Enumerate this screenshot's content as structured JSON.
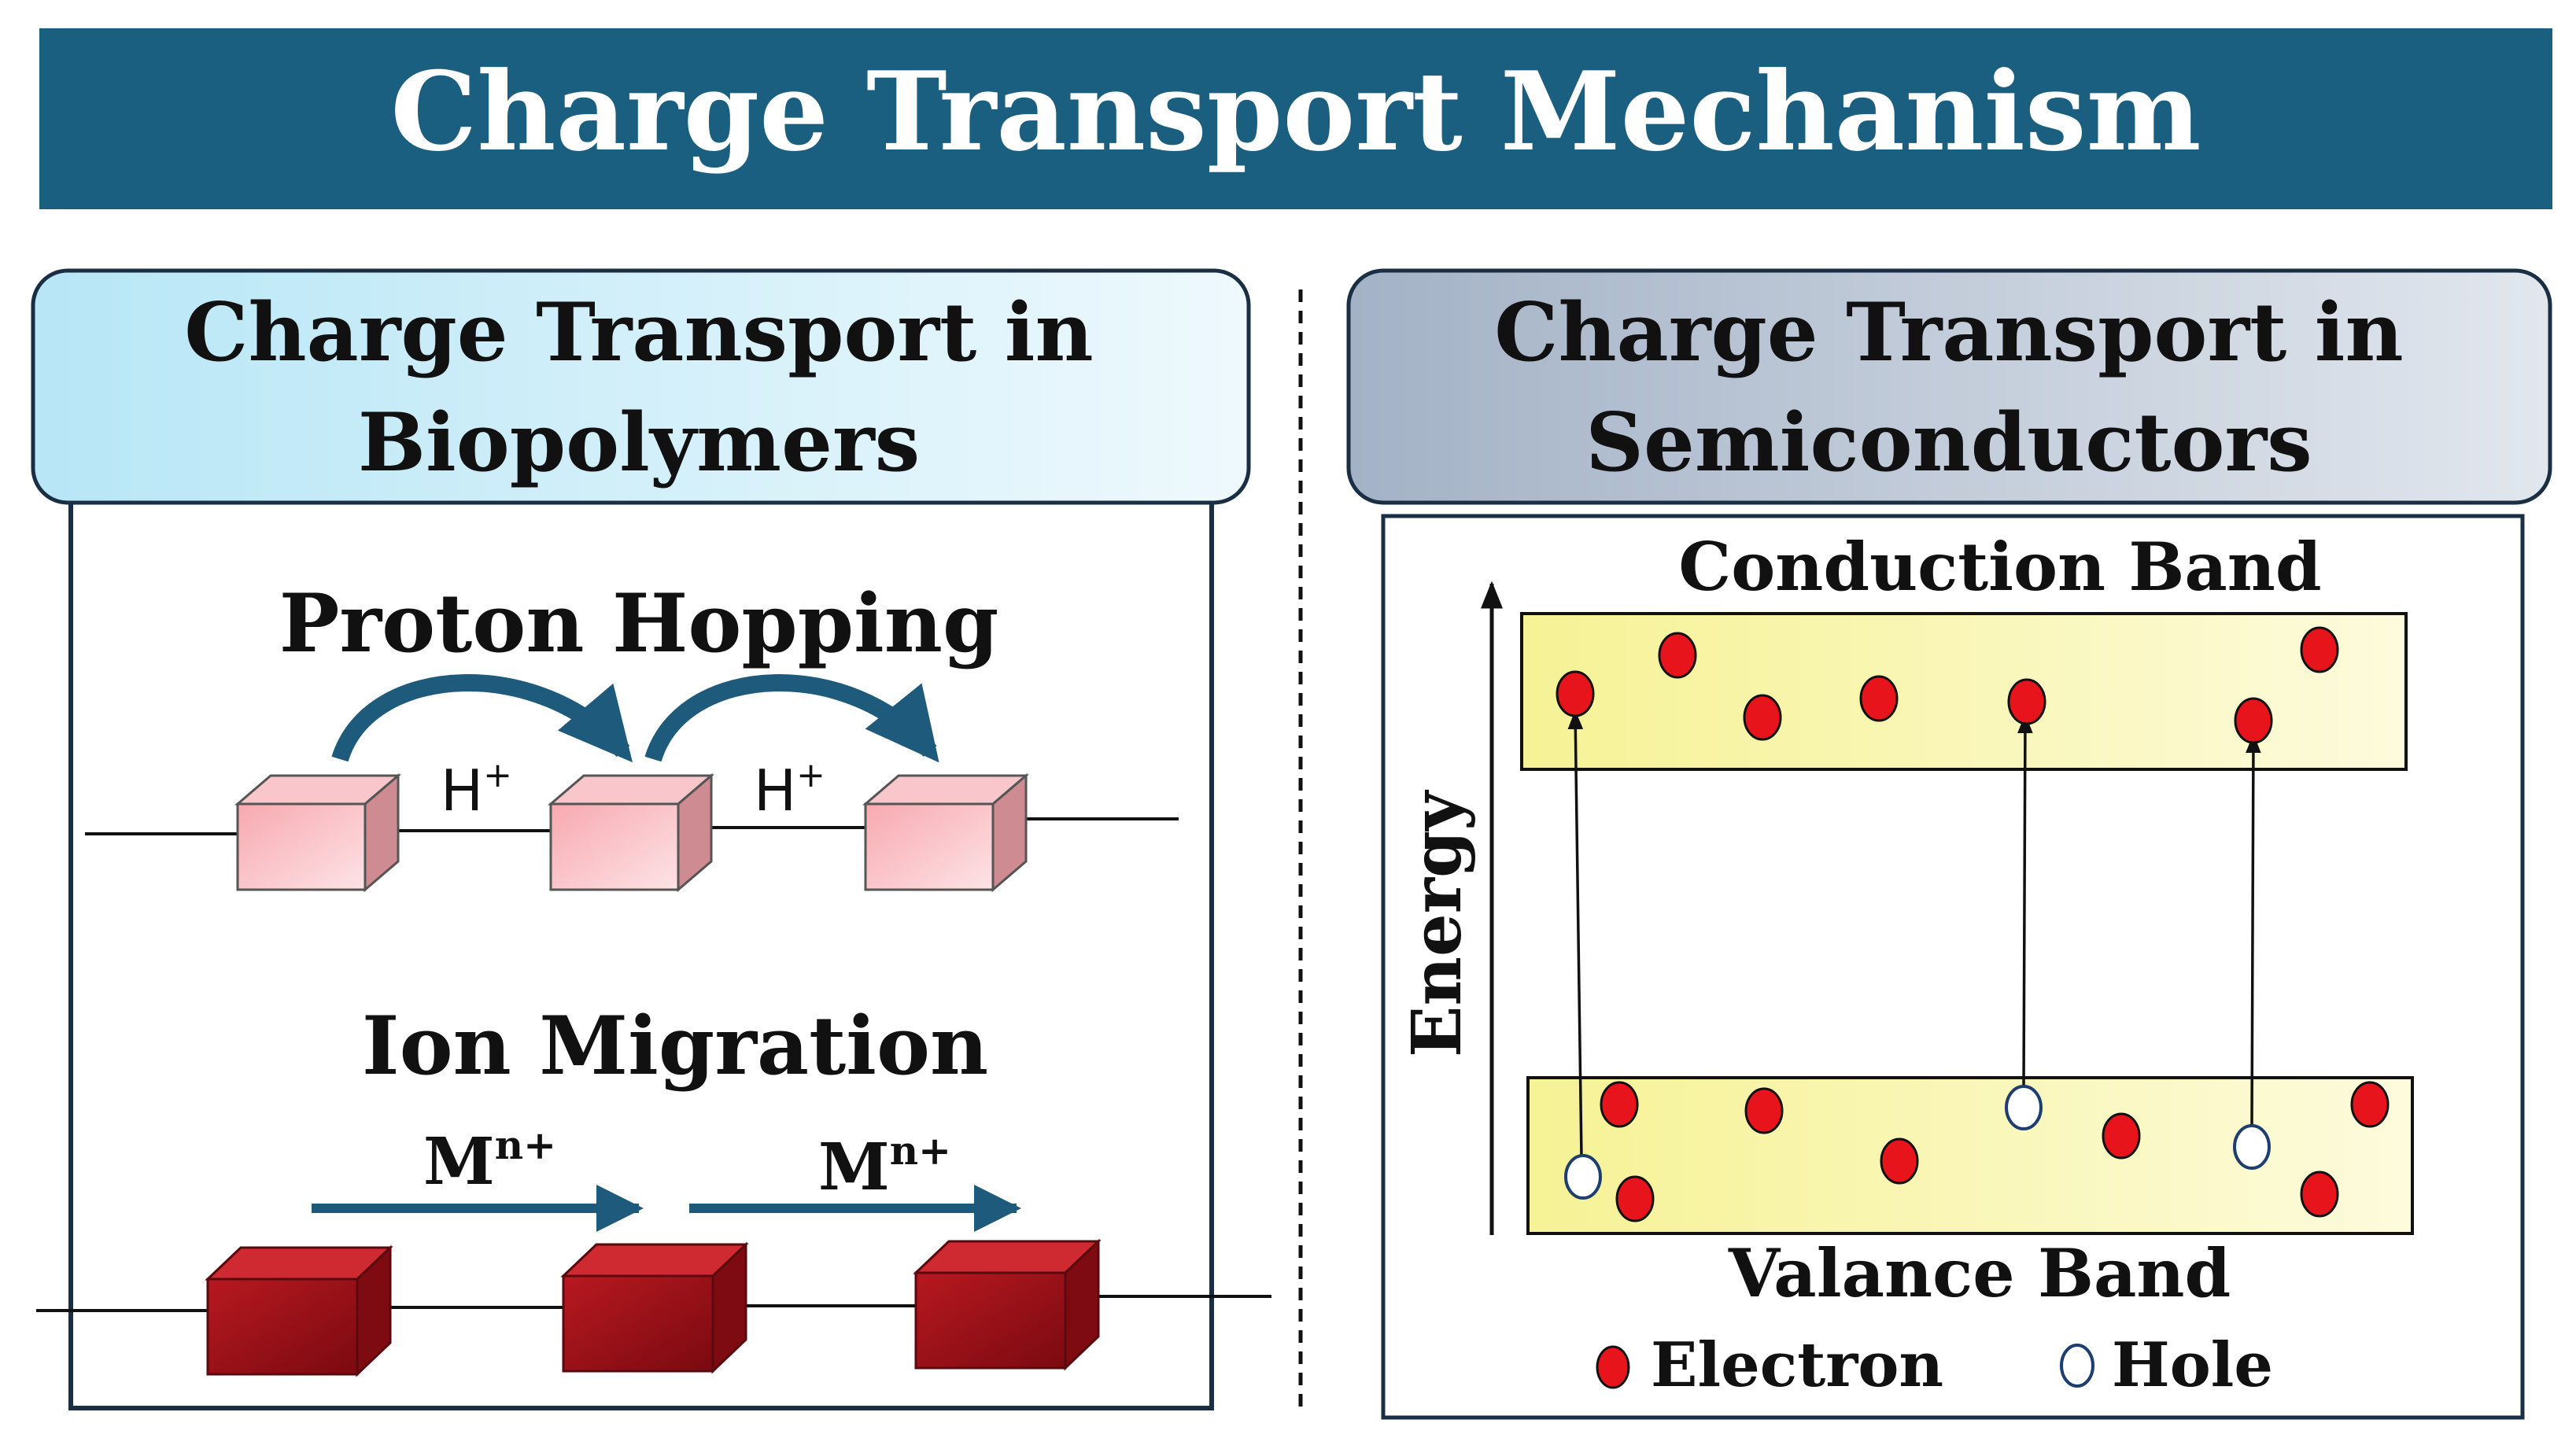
{
  "banner": {
    "title": "Charge Transport Mechanism"
  },
  "left_panel": {
    "header_line1": "Charge Transport in",
    "header_line2": "Biopolymers",
    "proton_hopping": {
      "title": "Proton Hopping",
      "ion_label_1": "H",
      "ion_label_2": "H",
      "ion_charge": "+"
    },
    "ion_migration": {
      "title": "Ion Migration",
      "ion_label_1": "M",
      "ion_label_2": "M",
      "ion_charge": "n+"
    }
  },
  "right_panel": {
    "header_line1": "Charge Transport in",
    "header_line2": "Semiconductors",
    "conduction_band_label": "Conduction Band",
    "valence_band_label": "Valance Band",
    "energy_axis_label": "Energy",
    "legend": {
      "electron": "Electron",
      "hole": "Hole"
    }
  },
  "colors": {
    "banner": "#1a5e80",
    "electron": "#e8141c",
    "band_fill": "#fbf7a6",
    "proton_block": "#f2a3aa",
    "ion_block": "#a8121a",
    "arrow": "#1d5a7c"
  }
}
